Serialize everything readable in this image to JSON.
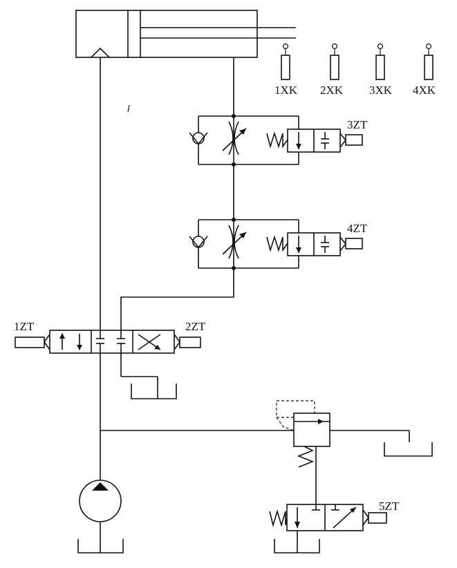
{
  "labels": {
    "limit_switches": [
      "1XK",
      "2XK",
      "3XK",
      "4XK"
    ],
    "solenoid_3": "3ZT",
    "solenoid_4": "4ZT",
    "solenoid_1": "1ZT",
    "solenoid_2": "2ZT",
    "solenoid_5": "5ZT"
  }
}
